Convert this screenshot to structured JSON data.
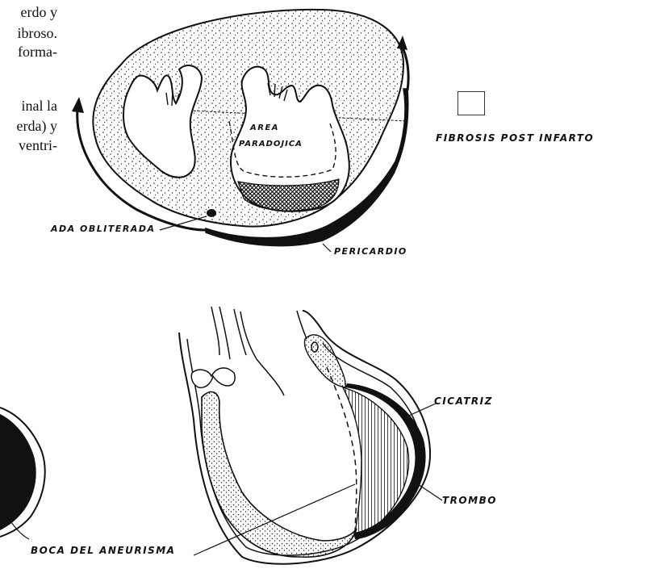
{
  "text_fragments": [
    "erdo y",
    "ibroso.",
    "forma-",
    "inal la",
    "erda) y",
    "ventri-"
  ],
  "labels": {
    "area": "AREA",
    "paradojica": "PARADOJICA",
    "obliterada": "ADA  OBLITERADA",
    "pericardio": "PERICARDIO",
    "fibrosis": "FIBROSIS  POST  INFARTO",
    "cicatriz": "CICATRIZ",
    "trombo": "TROMBO",
    "boca": "BOCA  DEL  ANEURISMA"
  },
  "colors": {
    "ink": "#111111",
    "paper": "#ffffff"
  }
}
